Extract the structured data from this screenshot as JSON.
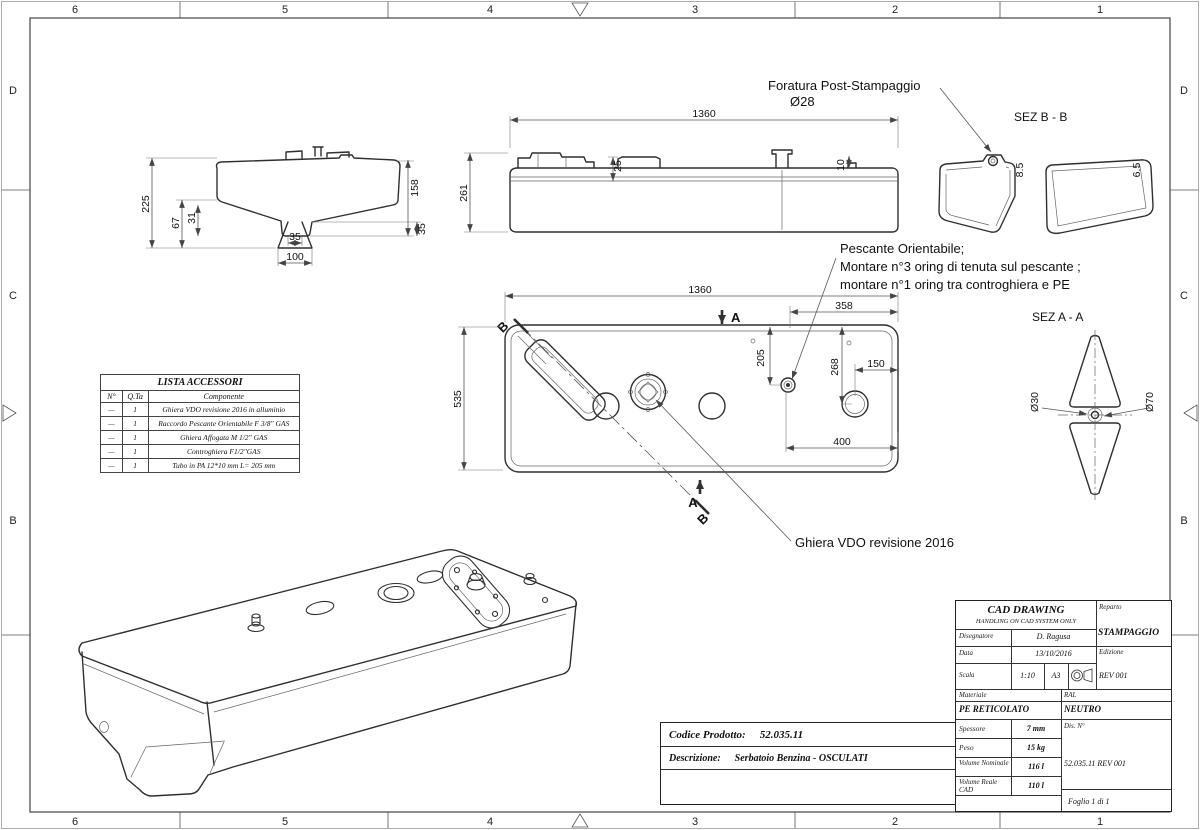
{
  "frame": {
    "top_labels": [
      "6",
      "5",
      "4",
      "3",
      "2",
      "1"
    ],
    "bottom_labels": [
      "6",
      "5",
      "4",
      "3",
      "2",
      "1"
    ],
    "left_labels": [
      "D",
      "C",
      "B"
    ],
    "right_labels": [
      "D",
      "C",
      "B"
    ]
  },
  "annotations": {
    "foratura_line1": "Foratura Post-Stampaggio",
    "foratura_line2": "Ø28",
    "sez_bb": "SEZ B - B",
    "sez_aa": "SEZ A - A",
    "pescante_line1": "Pescante Orientabile;",
    "pescante_line2": "Montare n°3 oring di tenuta sul pescante ;",
    "pescante_line3": "montare n°1 oring tra controghiera e PE",
    "ghiera_note": "Ghiera VDO revisione 2016"
  },
  "dims": {
    "end": {
      "d225": "225",
      "d67": "67",
      "d31": "31",
      "d158": "158",
      "d35r": "35",
      "d35": "35",
      "d100": "100"
    },
    "side": {
      "d1360": "1360",
      "d261": "261",
      "d25": "25",
      "d10": "10"
    },
    "bb": {
      "d85": "8.5",
      "d65": "6.5"
    },
    "plan": {
      "d1360": "1360",
      "d358": "358",
      "d535": "535",
      "d205": "205",
      "d268": "268",
      "d150": "150",
      "d400": "400",
      "a": "A",
      "b": "B"
    },
    "aa": {
      "d30": "Ø30",
      "d70": "Ø70"
    }
  },
  "accessori": {
    "title": "LISTA ACCESSORI",
    "headers": [
      "N°",
      "Q.Ta",
      "Componente"
    ],
    "rows": [
      [
        "—",
        "1",
        "Ghiera VDO revisione 2016 in alluminio"
      ],
      [
        "—",
        "1",
        "Raccordo Pescante Orientabile F 3/8\" GAS"
      ],
      [
        "—",
        "1",
        "Ghiera Affogata M 1/2\" GAS"
      ],
      [
        "—",
        "1",
        "Controghiera F1/2\"GAS"
      ],
      [
        "—",
        "1",
        "Tubo in PA 12*10 mm L= 205 mm"
      ]
    ]
  },
  "product_box": {
    "codice_label": "Codice Prodotto:",
    "codice_value": "52.035.11",
    "descrizione_label": "Descrizione:",
    "descrizione_value": "Serbatoio Benzina  - OSCULATI"
  },
  "title_block": {
    "cad_title": "CAD  DRAWING",
    "cad_subtitle": "HANDLING  ON  CAD  SYSTEM  ONLY",
    "reparto_label": "Reparto",
    "reparto_value": "STAMPAGGIO",
    "disegnatore_label": "Disegnatore",
    "disegnatore_value": "D. Ragusa",
    "data_label": "Data",
    "data_value": "13/10/2016",
    "edizione_label": "Edizione",
    "edizione_value": "REV 001",
    "scala_label": "Scala",
    "scala_value": "1:10",
    "formato_value": "A3",
    "materiale_label": "Materiale",
    "materiale_value": "PE RETICOLATO",
    "ral_label": "RAL",
    "ral_value": "NEUTRO",
    "spessore_label": "Spessore",
    "spessore_value": "7 mm",
    "peso_label": "Peso",
    "peso_value": "15 kg",
    "volume_nominale_label": "Volume Nominale",
    "volume_nominale_value": "116 l",
    "volume_reale_label": "Volume Reale CAD",
    "volume_reale_value": "110 l",
    "dis_n_label": "Dis. N°",
    "dis_n_value": "52.035.11 REV  001",
    "foglio": "Foglio 1 di 1"
  }
}
